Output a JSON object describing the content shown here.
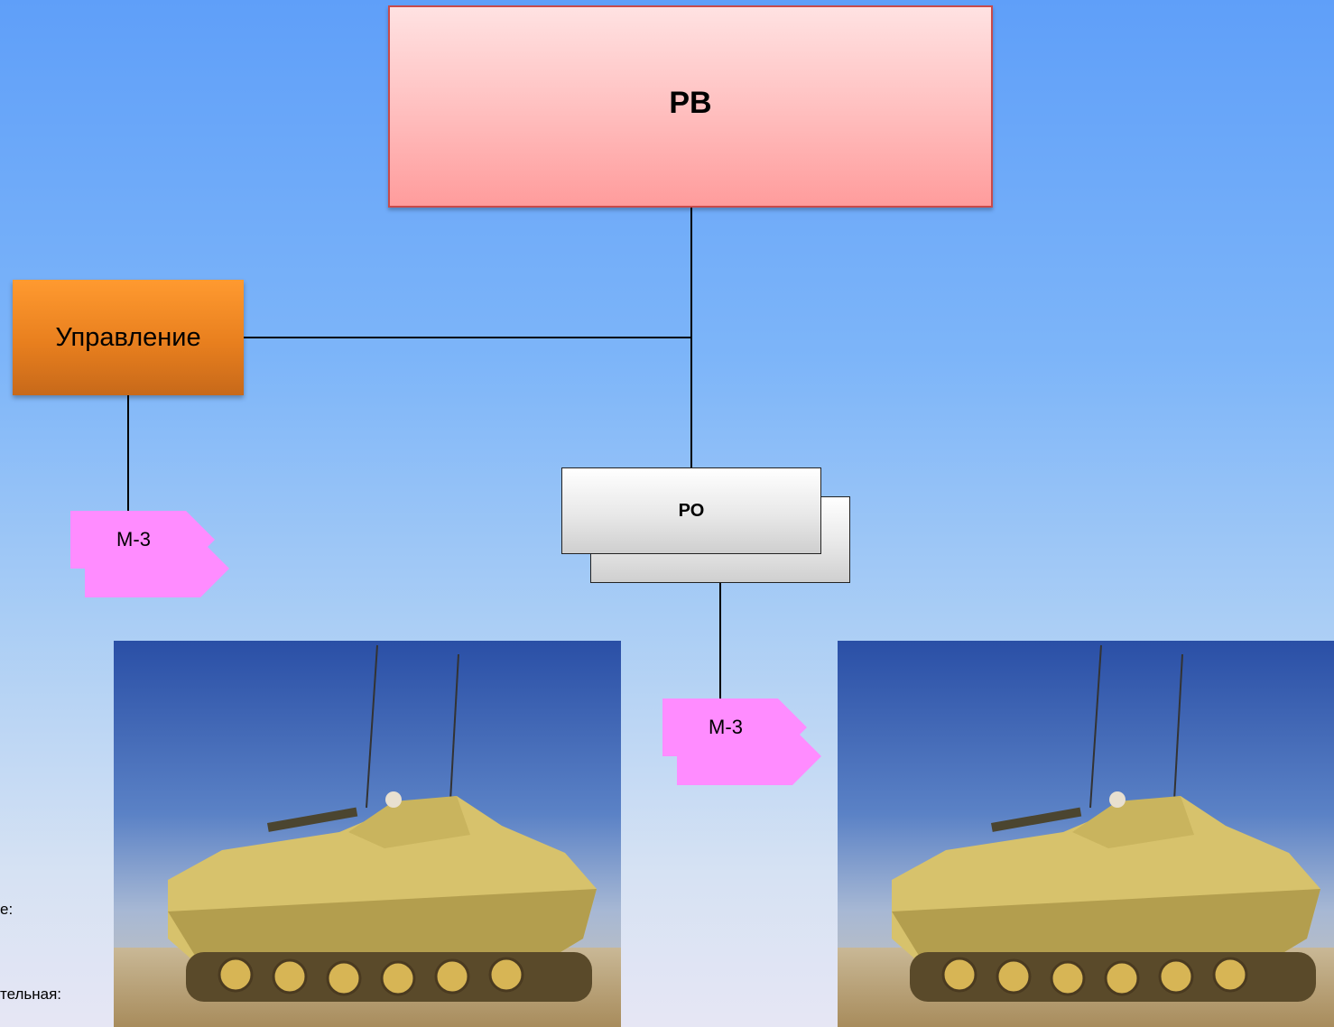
{
  "diagram": {
    "top_box": {
      "label": "РВ"
    },
    "management_box": {
      "label": "Управление"
    },
    "ro_box": {
      "label": "РО"
    },
    "tag_left": {
      "label": "М-3"
    },
    "tag_right": {
      "label": "М-3"
    }
  },
  "side_text": {
    "line1": "е:",
    "line2": "тельная:"
  },
  "photos": [
    {
      "subject": "tank-photo"
    },
    {
      "subject": "tank-photo"
    }
  ],
  "colors": {
    "top_box": "#ffb3b3",
    "management_box": "#e87f1e",
    "ro_box": "#e0e0e0",
    "tag": "#ff8cff"
  }
}
